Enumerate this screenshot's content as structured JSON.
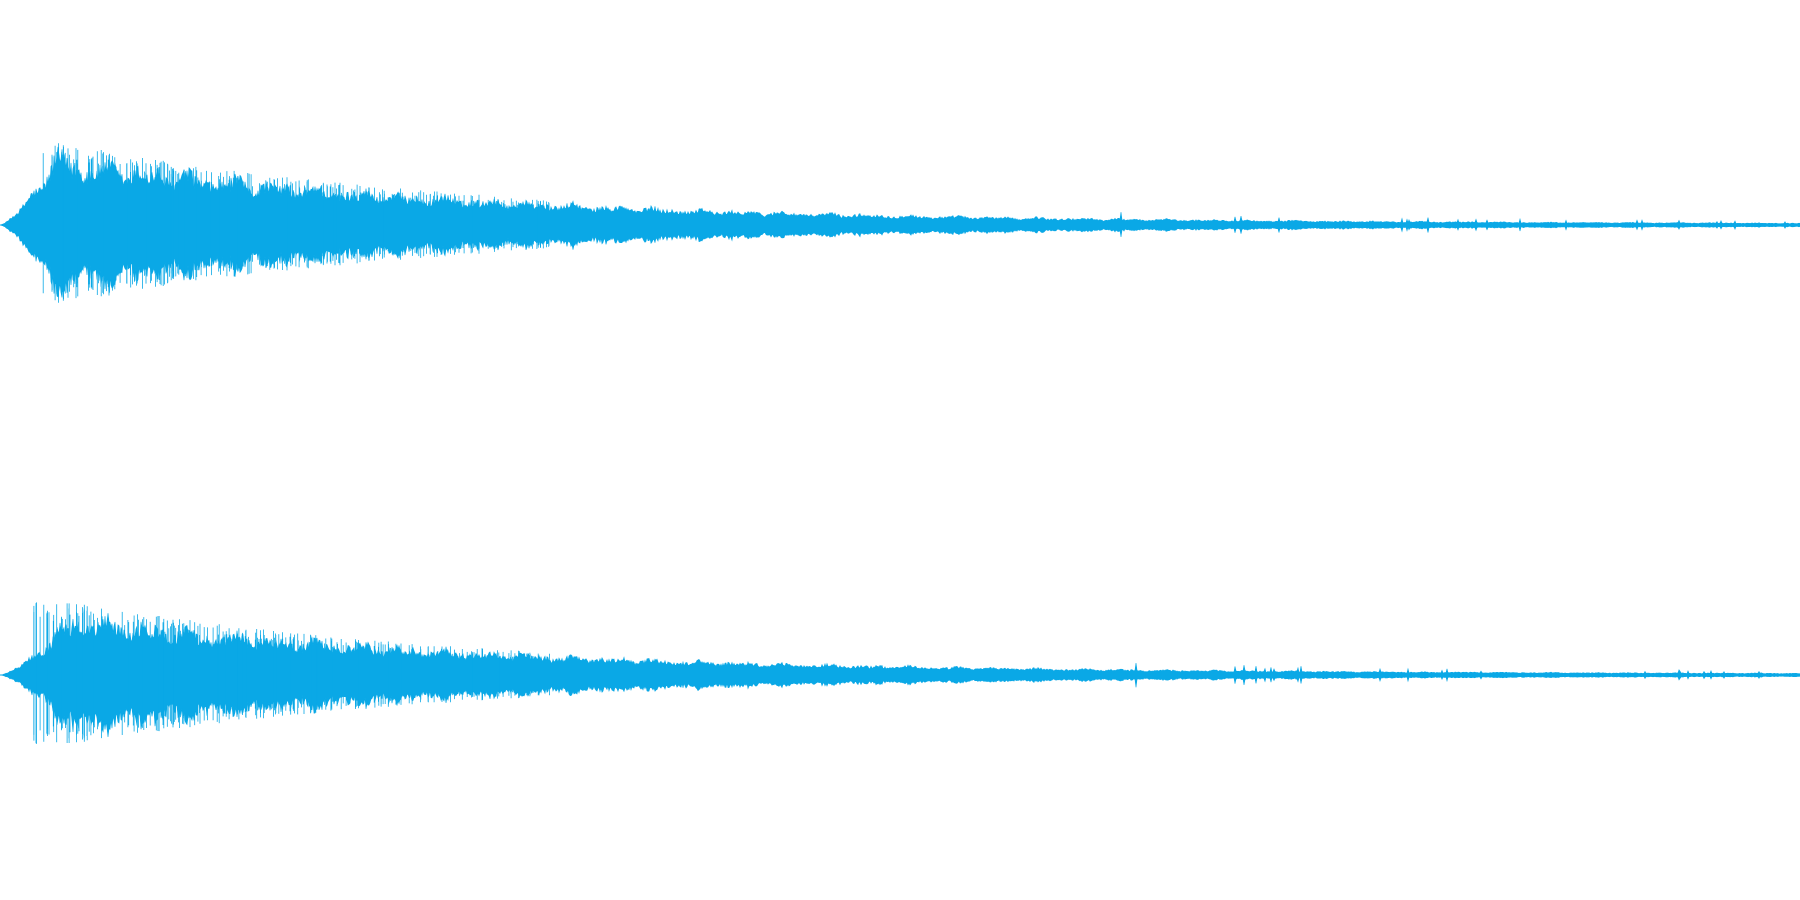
{
  "waveform": {
    "color": "#0aa8e6",
    "background": "#ffffff",
    "channels": [
      {
        "name": "channel-1",
        "envelope": {
          "attack_fraction": 0.03,
          "peak_level": 0.3,
          "decay_shape": "exponential",
          "tail_level": 0.004
        }
      },
      {
        "name": "channel-2",
        "envelope": {
          "attack_fraction": 0.04,
          "peak_level": 0.26,
          "decay_shape": "exponential",
          "tail_level": 0.004
        }
      }
    ]
  }
}
